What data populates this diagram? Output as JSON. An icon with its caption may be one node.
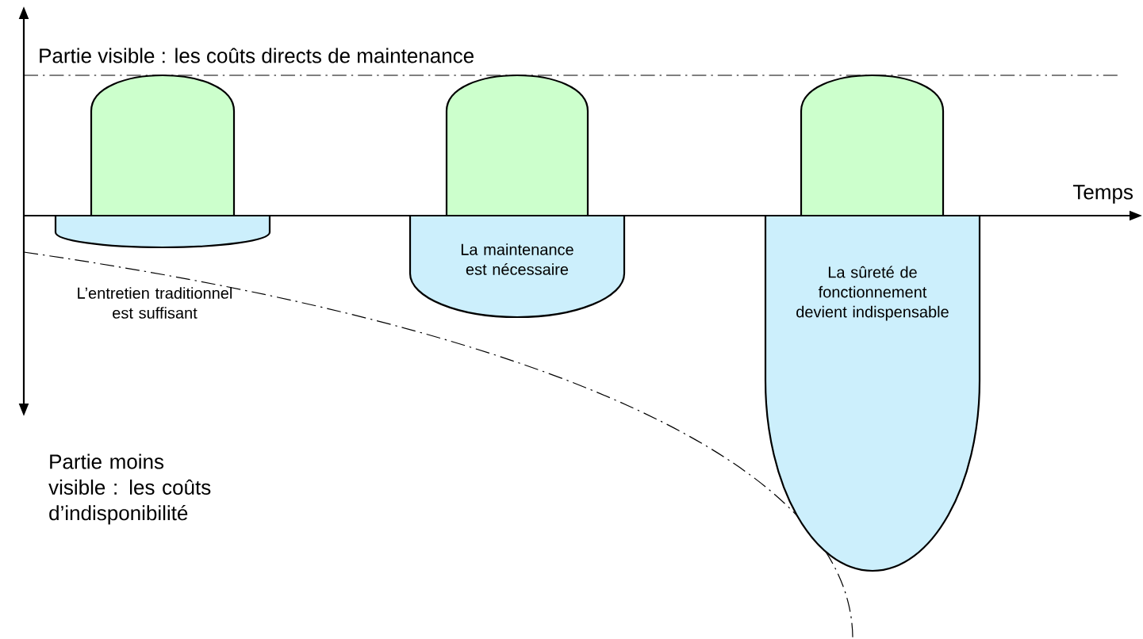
{
  "diagram": {
    "nodes": [
      {
        "text": [],
        "shape": "box"
      },
      {
        "text": [],
        "shape": "box"
      },
      {
        "text": [],
        "shape": "box"
      },
      {
        "text": [],
        "beside": [
          "L’entretien traditionnel est suffisant"
        ],
        "shape": "box"
      },
      {
        "text": [
          "La maintenance est nécessaire"
        ]
      },
      {
        "text": [
          "La sûreté de fonctionnement devient indispensable"
        ]
      }
    ],
    "labels": [
      "Partie visible : les coûts directs de maintenance",
      "Temps",
      "Partie moins visible : les coûts d’indisponibilité"
    ]
  }
}
